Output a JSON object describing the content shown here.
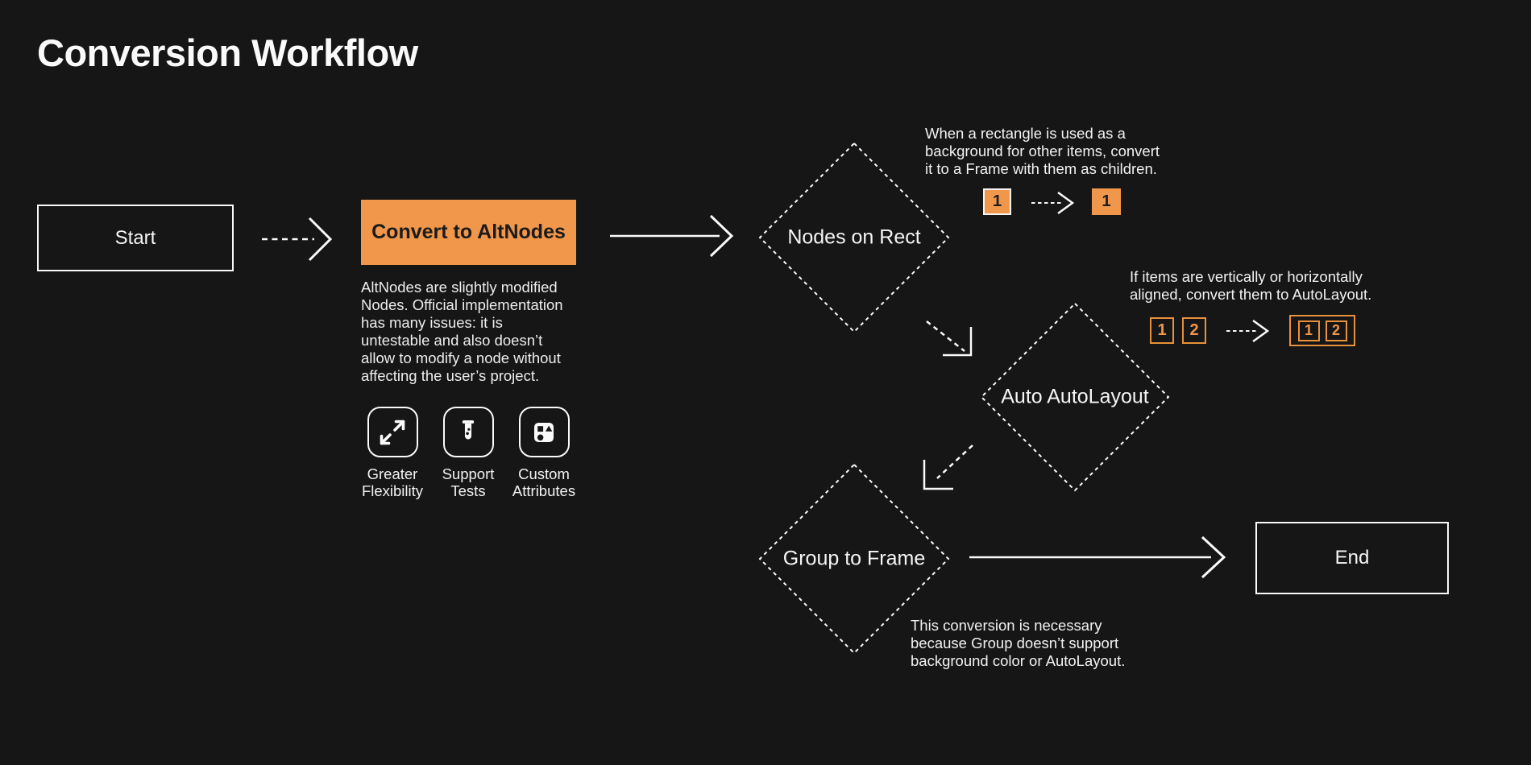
{
  "title": "Conversion Workflow",
  "colors": {
    "background": "#161616",
    "accent_orange": "#F0974B",
    "orange_outline": "#E8913C",
    "line_white": "#FAFAFA",
    "dark_text": "#1B1B1B"
  },
  "flow": {
    "start": "Start",
    "convert": "Convert to AltNodes",
    "convert_description": "AltNodes are slightly modified\nNodes. Official implementation\nhas many issues: it is\nuntestable and also doesn’t\nallow to modify a node without\naffecting the user’s project.",
    "nodes_on_rect": "Nodes on Rect",
    "auto_autolayout": "Auto AutoLayout",
    "group_to_frame": "Group to Frame",
    "end": "End"
  },
  "features": [
    {
      "icon": "expand-icon",
      "label": "Greater\nFlexibility"
    },
    {
      "icon": "test-tube-icon",
      "label": "Support\nTests"
    },
    {
      "icon": "shapes-icon",
      "label": "Custom\nAttributes"
    }
  ],
  "annotations": {
    "rect_to_frame": {
      "text": "When a rectangle is used as a\nbackground for other items, convert\nit to a Frame with them as children.",
      "before": [
        "1"
      ],
      "after": [
        "1"
      ]
    },
    "autolayout": {
      "text": "If items are vertically or horizontally\naligned, convert them to AutoLayout.",
      "before": [
        "1",
        "2"
      ],
      "after": [
        "1",
        "2"
      ]
    },
    "group_frame": {
      "text": "This conversion is necessary\nbecause Group doesn’t support\nbackground color or AutoLayout."
    }
  }
}
